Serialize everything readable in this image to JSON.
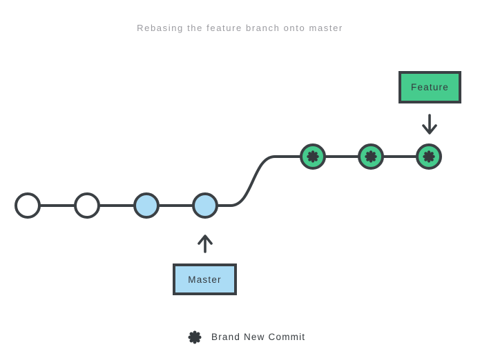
{
  "title": "Rebasing the feature branch onto master",
  "labels": {
    "feature": "Feature",
    "master": "Master"
  },
  "legend": {
    "icon": "heavy-asterisk-icon",
    "label": "Brand New Commit"
  },
  "colors": {
    "feature_green": "#46cb8d",
    "master_blue": "#abdcf5",
    "stroke_dark": "#3b4044",
    "title_gray": "#9b9ba0",
    "background": "#ffffff"
  },
  "diagram": {
    "type": "git-commit-graph",
    "branches": [
      {
        "name": "master",
        "label": "Master",
        "color": "#abdcf5",
        "pointer": "points up at last master commit",
        "commits": [
          {
            "id": 1,
            "style": "plain-white"
          },
          {
            "id": 2,
            "style": "plain-white"
          },
          {
            "id": 3,
            "style": "master-blue"
          },
          {
            "id": 4,
            "style": "master-blue",
            "pointed_by": "Master"
          }
        ]
      },
      {
        "name": "feature",
        "label": "Feature",
        "color": "#46cb8d",
        "pointer": "points down at last feature commit",
        "commits": [
          {
            "id": 5,
            "style": "brand-new-commit"
          },
          {
            "id": 6,
            "style": "brand-new-commit"
          },
          {
            "id": 7,
            "style": "brand-new-commit",
            "pointed_by": "Feature"
          }
        ]
      }
    ],
    "connection": "master branch line curves up after last master commit into rebased feature commits"
  }
}
